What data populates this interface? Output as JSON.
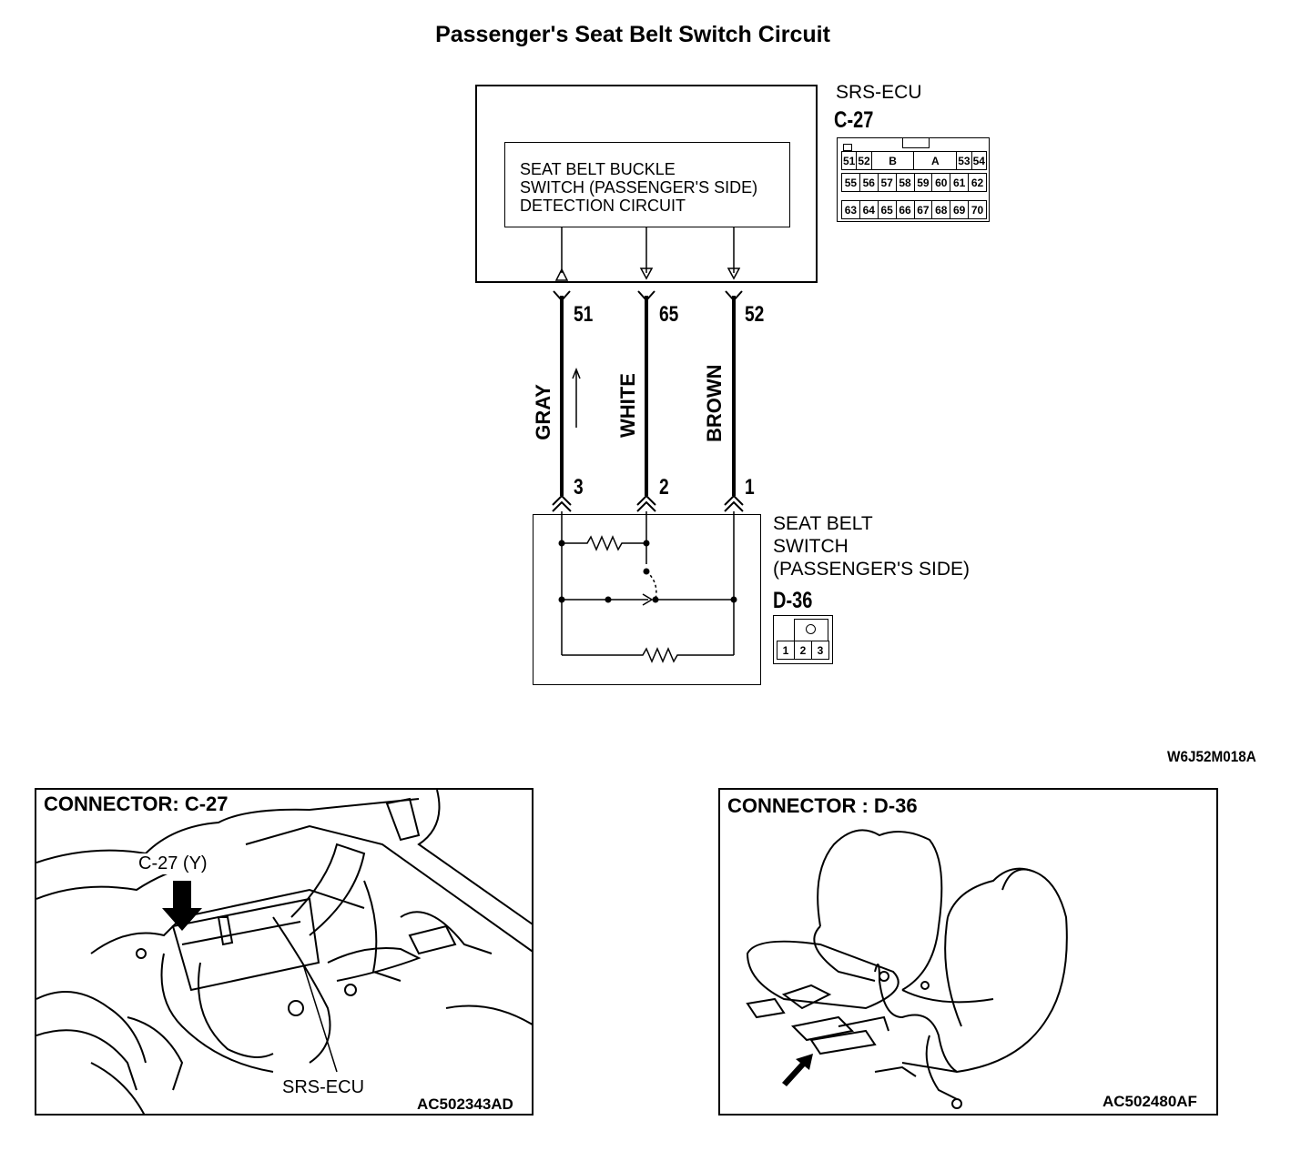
{
  "title": "Passenger's Seat Belt Switch Circuit",
  "ecu": {
    "name": "SRS-ECU",
    "connector": "C-27",
    "detection_circuit_lines": [
      "SEAT BELT BUCKLE",
      "SWITCH (PASSENGER'S SIDE)",
      "DETECTION CIRCUIT"
    ],
    "connector_pins_row1": [
      "51",
      "52",
      "B",
      "A",
      "53",
      "54"
    ],
    "connector_pins_row2": [
      "55",
      "56",
      "57",
      "58",
      "59",
      "60",
      "61",
      "62"
    ],
    "connector_pins_row3": [
      "63",
      "64",
      "65",
      "66",
      "67",
      "68",
      "69",
      "70"
    ]
  },
  "wires": [
    {
      "ecu_pin": "51",
      "color": "GRAY",
      "switch_pin": "3"
    },
    {
      "ecu_pin": "65",
      "color": "WHITE",
      "switch_pin": "2"
    },
    {
      "ecu_pin": "52",
      "color": "BROWN",
      "switch_pin": "1"
    }
  ],
  "switch": {
    "name_lines": [
      "SEAT BELT",
      "SWITCH",
      "(PASSENGER'S SIDE)"
    ],
    "connector": "D-36",
    "connector_pins": [
      "1",
      "2",
      "3"
    ]
  },
  "diagram_code": "W6J52M018A",
  "panels": [
    {
      "title": "CONNECTOR: C-27",
      "callout": "C-27 (Y)",
      "part_label": "SRS-ECU",
      "code": "AC502343AD"
    },
    {
      "title": "CONNECTOR : D-36",
      "code": "AC502480AF"
    }
  ],
  "colors": {
    "line": "#000000",
    "background": "#ffffff"
  }
}
